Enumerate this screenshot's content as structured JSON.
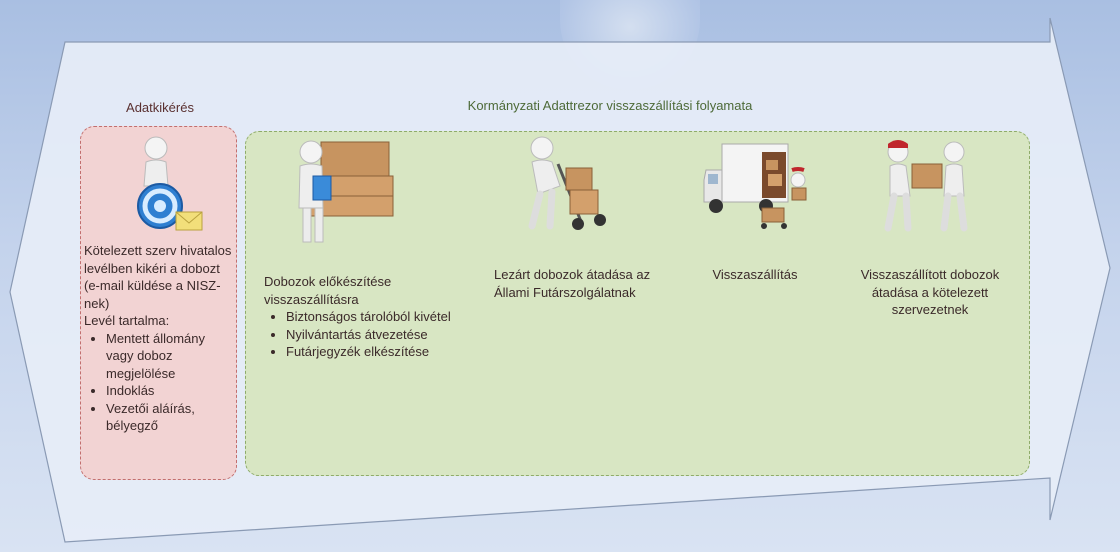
{
  "section_titles": {
    "request": "Adatkikérés",
    "process": "Kormányzati Adattrezor visszaszállítási folyamata"
  },
  "request": {
    "paragraph": "Kötelezett szerv hivatalos levélben kikéri a dobozt (e-mail küldése a NISZ-nek)",
    "content_label": "Levél tartalma:",
    "bullets": [
      "Mentett állomány vagy doboz megjelölése",
      "Indoklás",
      "Vezetői aláírás, bélyegző"
    ]
  },
  "steps": [
    {
      "title": "Dobozok előkészítése visszaszállításra",
      "bullets": [
        "Biztonságos tárolóból kivétel",
        "Nyilvántartás átvezetése",
        "Futárjegyzék elkészítése"
      ]
    },
    {
      "title": "Lezárt dobozok átadása az Állami  Futárszolgálatnak"
    },
    {
      "title": "Visszaszállítás"
    },
    {
      "title": "Visszaszállított dobozok átadása a kötelezett szervezetnek"
    }
  ],
  "icons": [
    "email-figure-icon",
    "clipboard-boxes-figure-icon",
    "handtruck-figure-icon",
    "delivery-truck-icon",
    "handover-figures-icon"
  ],
  "colors": {
    "request_box": "#f2d3d3",
    "process_box": "#d8e6c3",
    "arrow_fill": "#e6edf7"
  }
}
